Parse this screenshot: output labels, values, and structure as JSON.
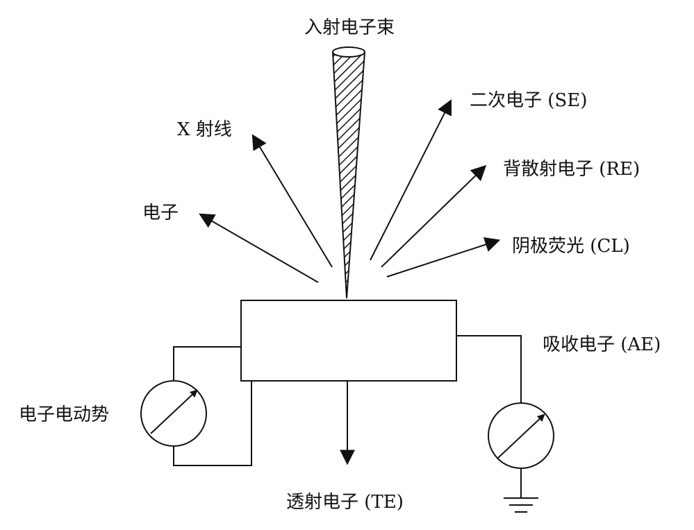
{
  "labels": {
    "incident_beam": "入射电子束",
    "x_ray": "X 射线",
    "electron": "电子",
    "secondary": "二次电子 (SE)",
    "backscattered": "背散射电子 (RE)",
    "cathodoluminescence": "阴极荧光 (CL)",
    "absorbed": "吸收电子 (AE)",
    "emf": "电子电动势",
    "transmitted": "透射电子 (TE)"
  },
  "colors": {
    "ink": "#111111",
    "background": "#ffffff"
  },
  "icons": {
    "meter": "galvanometer-icon",
    "ground": "ground-icon"
  }
}
